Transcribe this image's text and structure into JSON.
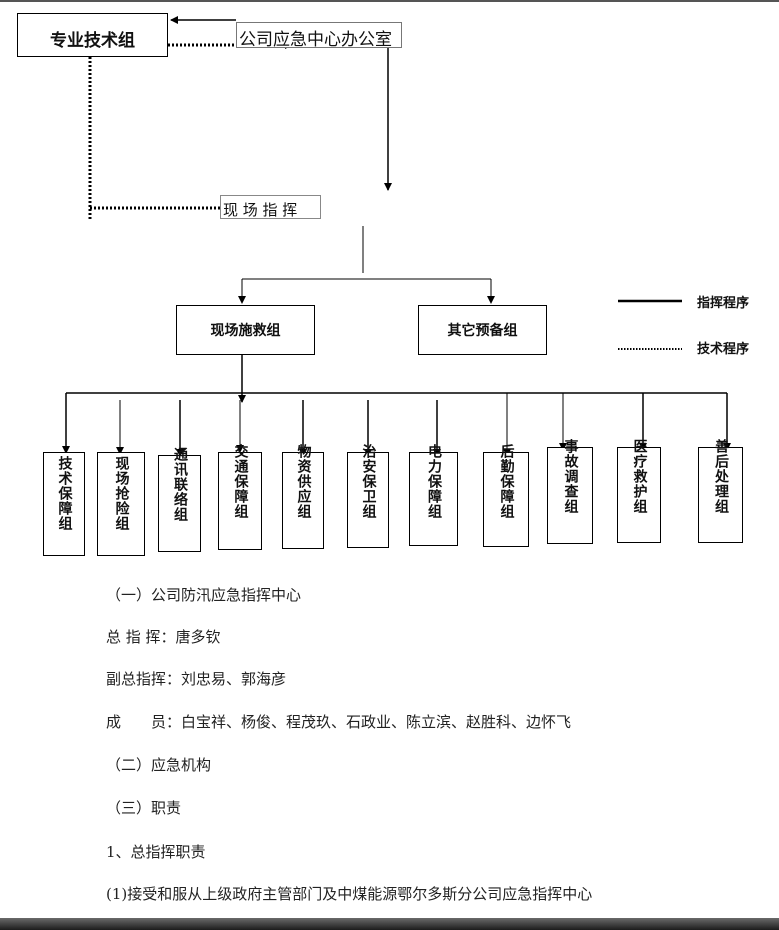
{
  "org_chart": {
    "tech_group": "专业技术组",
    "emergency_office": "公司应急中心办公室",
    "site_command": "现 场 指 挥",
    "rescue_group": "现场施救组",
    "reserve_group": "其它预备组",
    "legend": {
      "command": "指挥程序",
      "technical": "技术程序"
    },
    "sub_groups": [
      "技术保障组",
      "现场抢险组",
      "通讯联络组",
      "交通保障组",
      "物资供应组",
      "治安保卫组",
      "电力保障组",
      "后勤保障组",
      "事故调查组",
      "医疗救护组",
      "善后处理组"
    ]
  },
  "text": {
    "section1": "（一）公司防汛应急指挥中心",
    "commander": "总 指 挥：唐多钦",
    "deputy": "副总指挥：刘忠易、郭海彦",
    "members": "成　　员：白宝祥、杨俊、程茂玖、石政业、陈立滨、赵胜科、边怀飞",
    "section2": "（二）应急机构",
    "section3": "（三）职责",
    "item1": "1、总指挥职责",
    "item1_1": "(1)接受和服从上级政府主管部门及中煤能源鄂尔多斯分公司应急指挥中心"
  }
}
